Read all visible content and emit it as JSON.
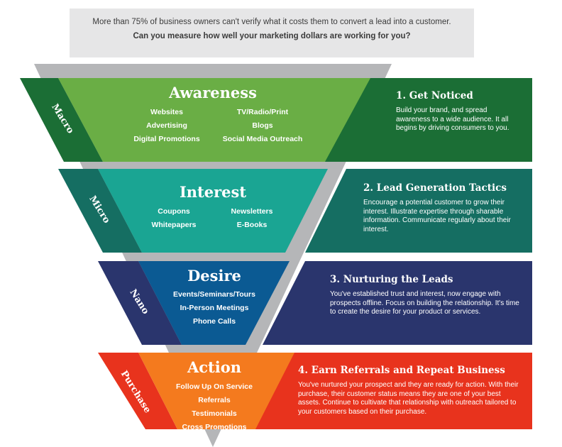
{
  "header": {
    "line1": "More than 75% of business owners can't verify what it costs them to convert a lead into a customer.",
    "line2": "Can you measure how well your marketing dollars are working for you?"
  },
  "colors": {
    "macro_dark": "#1b6e35",
    "macro_light": "#6aae45",
    "micro_dark": "#156e62",
    "micro_light": "#1aa593",
    "nano_dark": "#2a356d",
    "nano_light": "#0b5a93",
    "purchase_dark": "#e8331d",
    "purchase_light": "#f47a1e",
    "funnel_gray": "#b5b6b8",
    "header_bg": "#e6e6e7"
  },
  "stages": [
    {
      "side_label": "Macro",
      "title": "Awareness",
      "items_left": [
        "Websites",
        "Advertising",
        "Digital Promotions"
      ],
      "items_right": [
        "TV/Radio/Print",
        "Blogs",
        "Social Media Outreach"
      ],
      "panel_title": "1. Get Noticed",
      "panel_text": "Build your brand, and spread awareness to a wide audience. It all begins by driving consumers to you."
    },
    {
      "side_label": "Micro",
      "title": "Interest",
      "items_left": [
        "Coupons",
        "Whitepapers"
      ],
      "items_right": [
        "Newsletters",
        "E-Books"
      ],
      "panel_title": "2. Lead Generation Tactics",
      "panel_text": "Encourage a potential customer to grow their interest. Illustrate expertise through sharable information. Communicate regularly about their interest."
    },
    {
      "side_label": "Nano",
      "title": "Desire",
      "items": [
        "Events/Seminars/Tours",
        "In-Person Meetings",
        "Phone Calls"
      ],
      "panel_title": "3. Nurturing the Leads",
      "panel_text": "You've established trust and interest, now engage with prospects offline. Focus on building the relationship. It's time to create the desire for your product or services."
    },
    {
      "side_label": "Purchase",
      "title": "Action",
      "items": [
        "Follow Up On Service",
        "Referrals",
        "Testimonials",
        "Cross Promotions"
      ],
      "panel_title": "4. Earn Referrals and Repeat Business",
      "panel_text": "You've nurtured your prospect and they are ready for action. With their purchase, their customer status means they are one of your best assets. Continue to cultivate that relationship with outreach tailored to your customers based on their purchase."
    }
  ]
}
